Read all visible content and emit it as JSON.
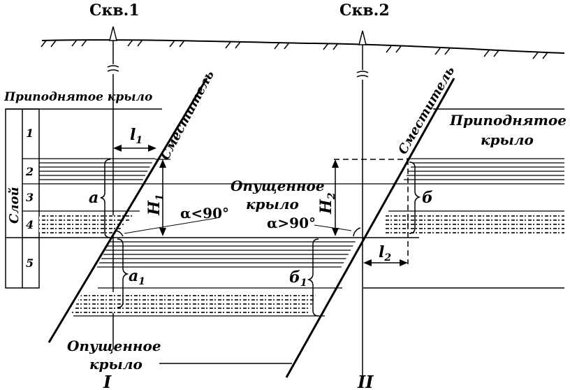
{
  "wells": {
    "well1": "Скв.1",
    "well2": "Скв.2"
  },
  "wings": {
    "raised_left": "Приподнятое крыло",
    "raised_right_line1": "Приподнятое",
    "raised_right_line2": "крыло",
    "lowered_mid_line1": "Опущенное",
    "lowered_mid_line2": "крыло",
    "lowered_bottom_line1": "Опущенное",
    "lowered_bottom_line2": "крыло"
  },
  "faults": {
    "fault1": "Сместитель",
    "fault2": "Сместитель"
  },
  "layer_column": {
    "title": "Слой",
    "layers": [
      "1",
      "2",
      "3",
      "4",
      "5"
    ]
  },
  "measures": {
    "l1": "l",
    "l1_sub": "1",
    "l2": "l",
    "l2_sub": "2",
    "h1": "H",
    "h1_sub": "1",
    "h2": "H",
    "h2_sub": "2",
    "a": "а",
    "a1": "а",
    "a1_sub": "1",
    "b": "б",
    "b1": "б",
    "b1_sub": "1"
  },
  "angles": {
    "alpha1": "α<90°",
    "alpha2": "α>90°"
  },
  "sections": {
    "left": "I",
    "right": "II"
  }
}
